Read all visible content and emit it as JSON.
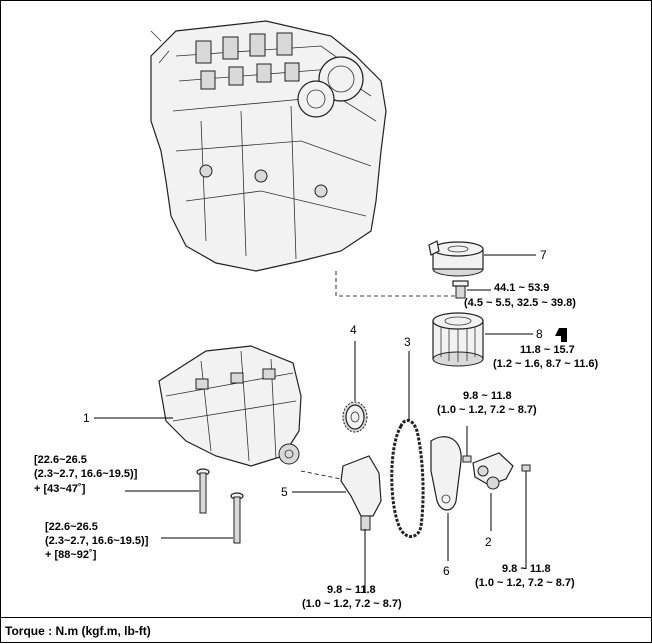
{
  "callouts": {
    "p1": "1",
    "p2": "2",
    "p3": "3",
    "p4": "4",
    "p5": "5",
    "p6": "6",
    "p7": "7",
    "p8": "8"
  },
  "torques": {
    "t7": [
      "44.1 ~ 53.9",
      "(4.5 ~ 5.5, 32.5 ~ 39.8)"
    ],
    "t8": [
      "11.8 ~ 15.7",
      "(1.2 ~ 1.6, 8.7 ~ 11.6)"
    ],
    "t_mid": [
      "9.8 ~ 11.8",
      "(1.0 ~ 1.2, 7.2 ~ 8.7)"
    ],
    "t_right": [
      "9.8 ~ 11.8",
      "(1.0 ~ 1.2, 7.2 ~ 8.7)"
    ],
    "t_bottom": [
      "9.8 ~ 11.8",
      "(1.0 ~ 1.2, 7.2 ~ 8.7)"
    ],
    "t_left1": [
      "[22.6~26.5",
      "(2.3~2.7, 16.6~19.5)]",
      "+ [43~47˚]"
    ],
    "t_left2": [
      "[22.6~26.5",
      "(2.3~2.7, 16.6~19.5)]",
      "+ [88~92˚]"
    ]
  },
  "footer": {
    "torque_units": "Torque : N.m (kgf.m, lb-ft)"
  }
}
